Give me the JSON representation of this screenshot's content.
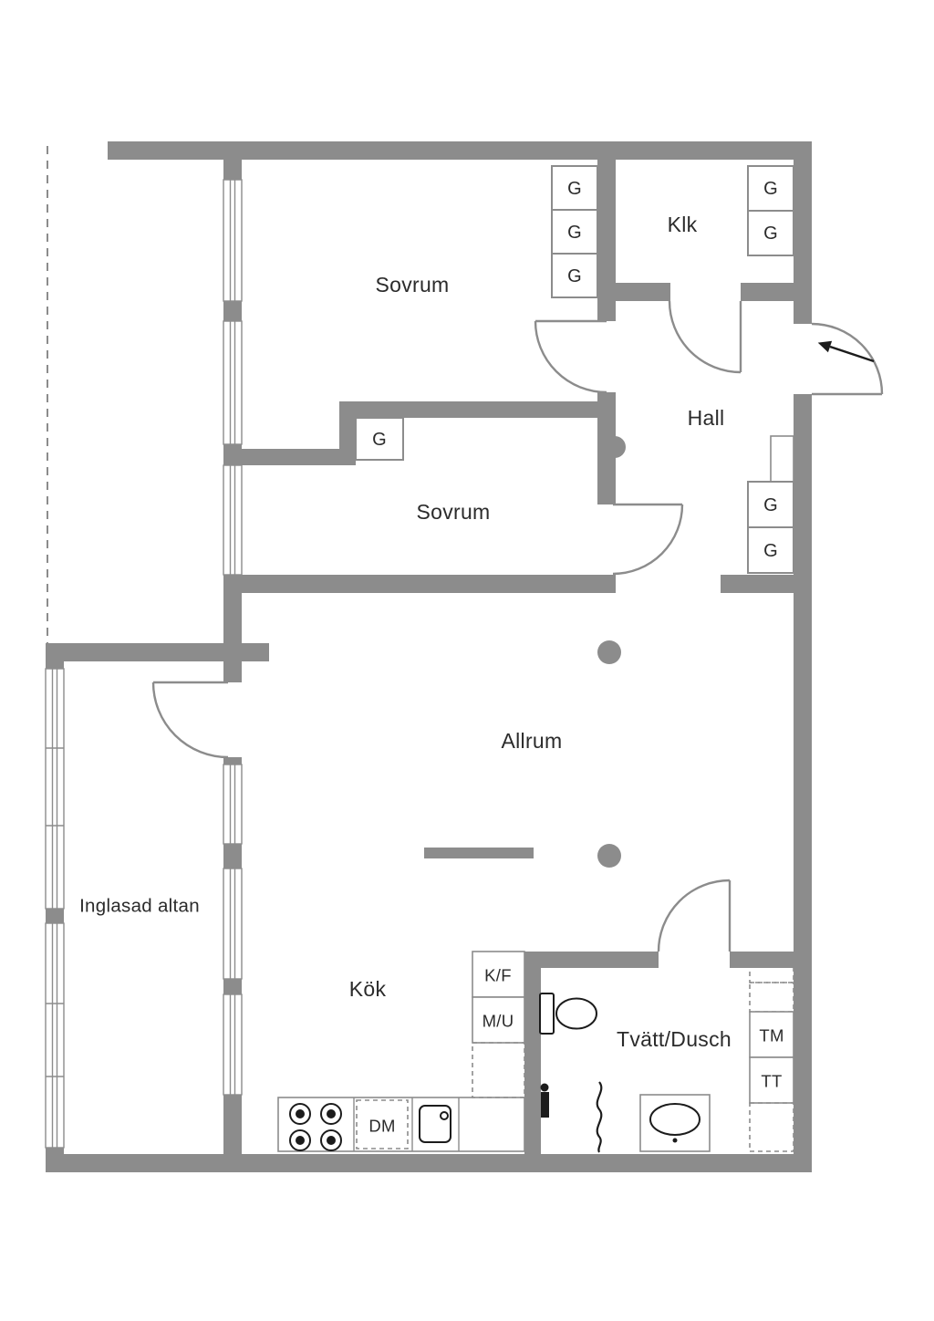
{
  "title": "Apartment floor plan",
  "colors": {
    "wall": "#8c8c8c",
    "background": "#ffffff",
    "fixture_dark": "#1c1c1c",
    "text": "#2b2b2b"
  },
  "rooms": {
    "bedroom_top": {
      "label": "Sovrum"
    },
    "bedroom_mid": {
      "label": "Sovrum"
    },
    "closet": {
      "label": "Klk"
    },
    "hall": {
      "label": "Hall"
    },
    "living_room": {
      "label": "Allrum"
    },
    "balcony": {
      "label": "Inglasad altan"
    },
    "kitchen": {
      "label": "Kök"
    },
    "bathroom": {
      "label": "Tvätt/Dusch"
    }
  },
  "fixtures": {
    "wardrobe": "G",
    "fridge_freezer": "K/F",
    "microwave_oven": "M/U",
    "dishwasher": "DM",
    "washing_machine": "TM",
    "tumble_dryer": "TT"
  }
}
